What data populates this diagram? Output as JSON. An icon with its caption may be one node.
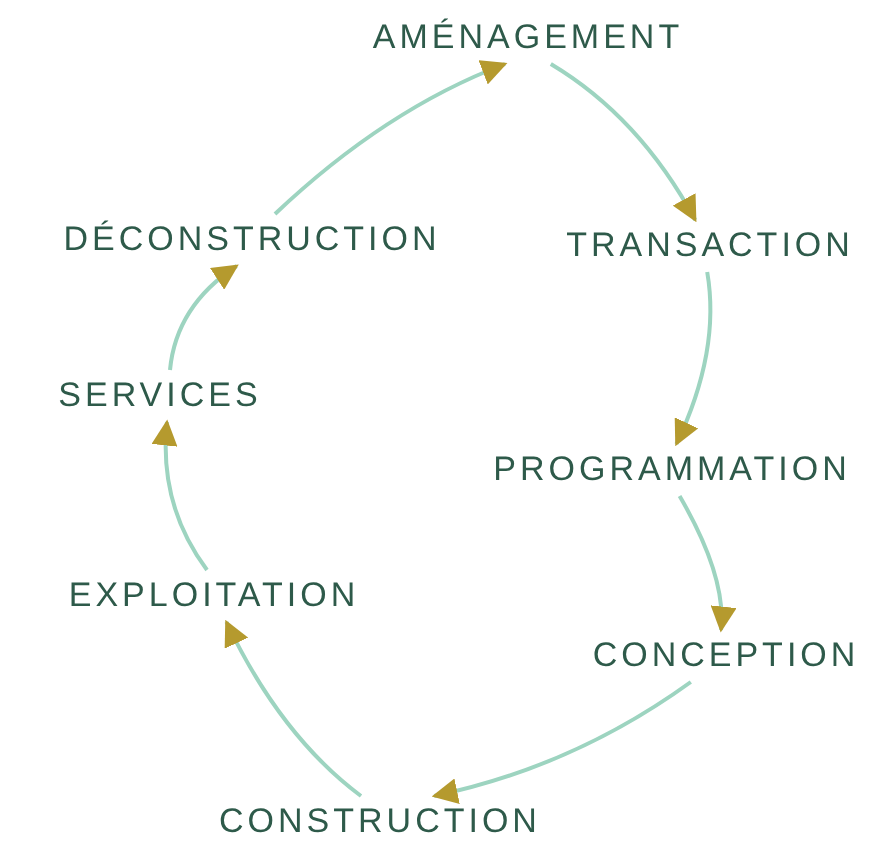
{
  "diagram": {
    "nodes": [
      {
        "text": [
          "AMÉNAGEMENT"
        ]
      },
      {
        "text": [
          "TRANSACTION"
        ]
      },
      {
        "text": [
          "PROGRAMMATION"
        ]
      },
      {
        "text": [
          "CONCEPTION"
        ]
      },
      {
        "text": [
          "CONSTRUCTION"
        ]
      },
      {
        "text": [
          "EXPLOITATION"
        ]
      },
      {
        "text": [
          "SERVICES"
        ]
      },
      {
        "text": [
          "DÉCONSTRUCTION"
        ]
      }
    ],
    "edges": [
      {
        "from": 0,
        "to": 1,
        "arrow": "to"
      },
      {
        "from": 1,
        "to": 2,
        "arrow": "to"
      },
      {
        "from": 2,
        "to": 3,
        "arrow": "to"
      },
      {
        "from": 3,
        "to": 4,
        "arrow": "to"
      },
      {
        "from": 4,
        "to": 5,
        "arrow": "to"
      },
      {
        "from": 5,
        "to": 6,
        "arrow": "to"
      },
      {
        "from": 6,
        "to": 7,
        "arrow": "to"
      },
      {
        "from": 7,
        "to": 0,
        "arrow": "to"
      }
    ]
  }
}
